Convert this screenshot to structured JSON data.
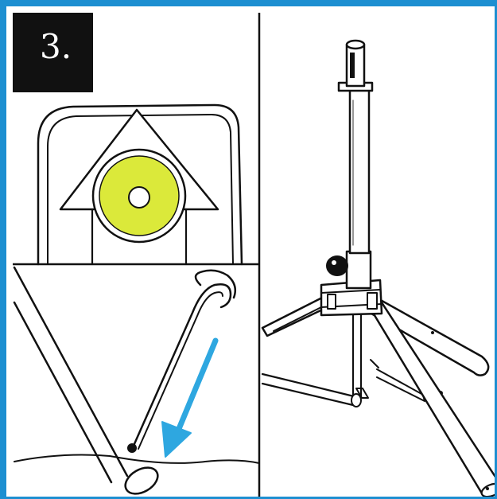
{
  "step": {
    "number_label": "3."
  },
  "colors": {
    "frame_blue": "#1d8fd1",
    "line_black": "#111111",
    "lens_yellow": "#dbe93a",
    "arrow_blue": "#2ea7e0"
  },
  "panels": {
    "top_left": "lamp-head-closeup",
    "bottom_left": "peg-insertion-detail",
    "right": "tripod-stand-assembly"
  }
}
